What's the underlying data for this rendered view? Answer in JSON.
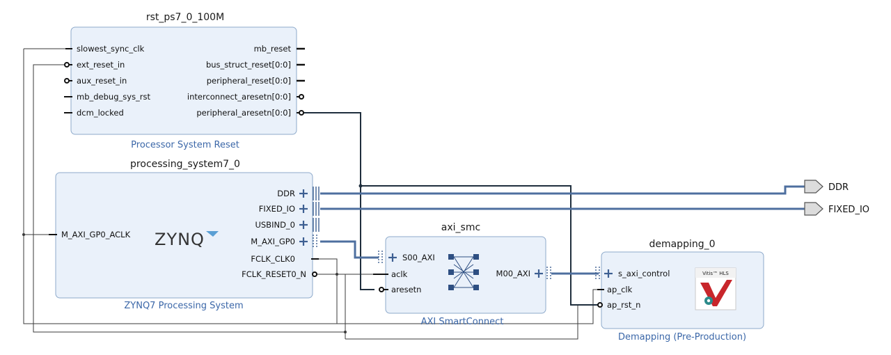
{
  "diagram": {
    "blocks": {
      "rst": {
        "title": "rst_ps7_0_100M",
        "subtitle": "Processor System Reset",
        "left_pins": [
          "slowest_sync_clk",
          "ext_reset_in",
          "aux_reset_in",
          "mb_debug_sys_rst",
          "dcm_locked"
        ],
        "right_pins": [
          "mb_reset",
          "bus_struct_reset[0:0]",
          "peripheral_reset[0:0]",
          "interconnect_aresetn[0:0]",
          "peripheral_aresetn[0:0]"
        ]
      },
      "ps7": {
        "title": "processing_system7_0",
        "subtitle": "ZYNQ7 Processing System",
        "logo": "ZYNQ",
        "left_pins": [
          "M_AXI_GP0_ACLK"
        ],
        "right_pins": [
          "DDR",
          "FIXED_IO",
          "USBIND_0",
          "M_AXI_GP0",
          "FCLK_CLK0",
          "FCLK_RESET0_N"
        ]
      },
      "smc": {
        "title": "axi_smc",
        "subtitle": "AXI SmartConnect",
        "left_pins": [
          "S00_AXI",
          "aclk",
          "aresetn"
        ],
        "right_pins": [
          "M00_AXI"
        ]
      },
      "demap": {
        "title": "demapping_0",
        "subtitle": "Demapping (Pre-Production)",
        "left_pins": [
          "s_axi_control",
          "ap_clk",
          "ap_rst_n"
        ],
        "logo_text": "Vitis™ HLS"
      }
    },
    "external_ports": [
      "DDR",
      "FIXED_IO"
    ],
    "colors": {
      "block_fill": "#eaf1fa",
      "block_border": "#8eaacb",
      "bus": "#4e6f9f",
      "wire": "#1f2e3d",
      "subtitle": "#3b67a8"
    }
  }
}
